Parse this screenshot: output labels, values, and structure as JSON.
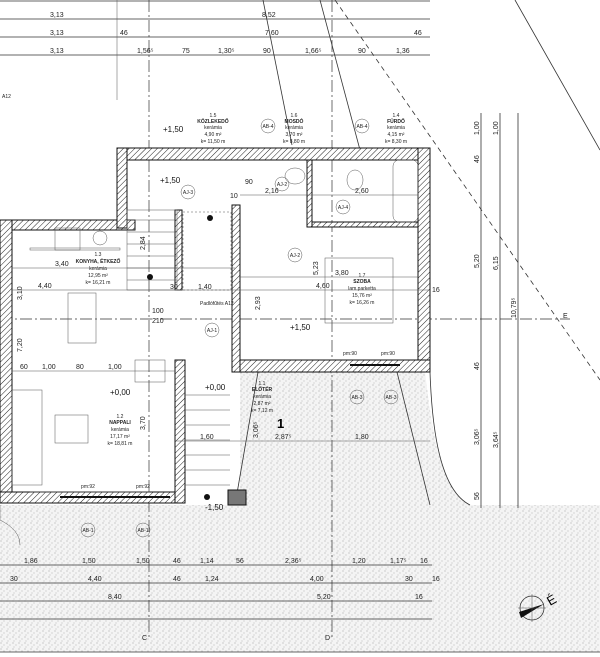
{
  "title": "Földszinti alaprajz",
  "dims_top": {
    "row1": [
      "8,52"
    ],
    "row2": [
      "3,13",
      "46",
      "7,60",
      "46"
    ],
    "row3": [
      "3,13",
      "1,56⁵",
      "75",
      "1,30⁵",
      "90",
      "1,66⁵",
      "90",
      "1,36"
    ],
    "row0": [
      "3,13"
    ]
  },
  "dims_bottom": {
    "row1": [
      "1,86",
      "1,50",
      "1,50",
      "46",
      "1,14",
      "56",
      "2,36⁵",
      "1,20",
      "1,17⁵",
      "16"
    ],
    "row2": [
      "30",
      "4,40",
      "46",
      "1,24",
      "4,00",
      "30",
      "16"
    ],
    "row3": [
      "8,40",
      "5,20",
      "16"
    ]
  },
  "dims_right": {
    "col1": [
      "1,00",
      "46",
      "5,20",
      "46",
      "3,06⁵",
      "56"
    ],
    "col2": [
      "1,00",
      "6,15",
      "3,64⁵"
    ],
    "col3": [
      "10,79⁵"
    ]
  },
  "inner_dims": [
    "3,40",
    "4,40",
    "3,10",
    "7,20",
    "60",
    "1,00",
    "80",
    "1,00",
    "2,16",
    "2,60",
    "5,23",
    "3,80",
    "4,60",
    "2,93",
    "1,80",
    "2,87⁵",
    "3,06⁵",
    "3,70",
    "1,60",
    "2,84",
    "1,40",
    "100",
    "210",
    "90",
    "10",
    "30",
    "16"
  ],
  "rooms": [
    {
      "num": "1.5",
      "name": "KÖZLEKEDŐ",
      "floor": "kerámia",
      "area": "4,90 m²",
      "perimeter": "k= 11,50 m"
    },
    {
      "num": "1.6",
      "name": "MOSDÓ",
      "floor": "kerámia",
      "area": "3,70 m²",
      "perimeter": "k= 8,80 m"
    },
    {
      "num": "1.4",
      "name": "FÜRDŐ",
      "floor": "kerámia",
      "area": "4,15 m²",
      "perimeter": "k= 8,30 m"
    },
    {
      "num": "1.3",
      "name": "KONYHA, ÉTKEZŐ",
      "floor": "kerámia",
      "area": "12,95 m²",
      "perimeter": "k= 16,21 m"
    },
    {
      "num": "1.7",
      "name": "SZOBA",
      "floor": "lam.parketta",
      "area": "15,76 m²",
      "perimeter": "k= 16,26 m"
    },
    {
      "num": "1.2",
      "name": "NAPPALI",
      "floor": "kerámia",
      "area": "17,17 m²",
      "perimeter": "k= 18,81 m"
    },
    {
      "num": "1.1",
      "name": "ELŐTÉR",
      "floor": "kerámia",
      "area": "2,87 m²",
      "perimeter": "k= 7,12 m"
    }
  ],
  "levels": [
    "+1,50",
    "+1,50",
    "+1,50",
    "+0,00",
    "+0,00",
    "-1,50"
  ],
  "door_tags": [
    "AJ-1",
    "AJ-2",
    "AJ-3",
    "AJ-4",
    "AJ-2"
  ],
  "window_tags": [
    "AB-4",
    "AB-4",
    "AB-3",
    "AB-3",
    "AB-1",
    "AB-1"
  ],
  "sill_labels": [
    "pm:90",
    "pm:90",
    "pm:92",
    "pm:92"
  ],
  "section_marks": {
    "axis_c": "C",
    "axis_d": "D",
    "axis_e": "E",
    "stair_number": "1"
  },
  "notes": {
    "floorheat": "Padlófűtés A12",
    "left_note": "A12",
    "compass": "É"
  },
  "colors": {
    "line": "#222222",
    "background": "#ffffff",
    "ground": "#e8e8e8"
  }
}
